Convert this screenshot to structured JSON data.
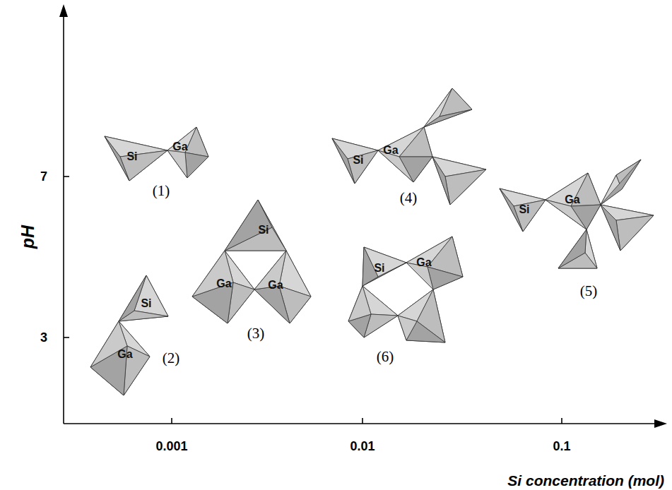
{
  "diagram": {
    "labels": [
      "pH",
      "7",
      "3",
      "0.001",
      "0.01",
      "0.1",
      "Si concentration (mol)",
      "Si",
      "Ga",
      "(1)",
      "Si",
      "Ga",
      "(2)",
      "Si",
      "Ga",
      "Ga",
      "(3)",
      "Si",
      "Ga",
      "(4)",
      "Si",
      "Ga",
      "(5)",
      "Si",
      "Ga",
      "(6)"
    ]
  }
}
